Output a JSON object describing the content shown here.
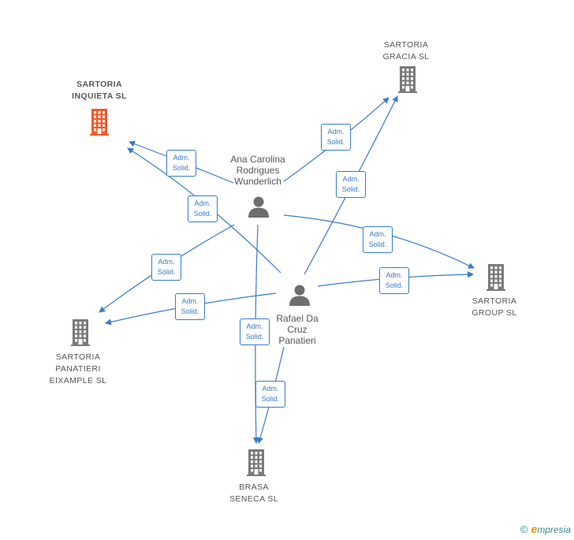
{
  "colors": {
    "edge": "#3a7bc8",
    "building": "#7a7a7a",
    "focus_building": "#f05a28",
    "person": "#6e6e6e"
  },
  "nodes": [
    {
      "id": "inquieta",
      "kind": "company",
      "focus": true,
      "label": "SARTORIA\nINQUIETA  SL"
    },
    {
      "id": "gracia",
      "kind": "company",
      "focus": false,
      "label": "SARTORIA\nGRACIA  SL"
    },
    {
      "id": "group",
      "kind": "company",
      "focus": false,
      "label": "SARTORIA\nGROUP  SL"
    },
    {
      "id": "eixample",
      "kind": "company",
      "focus": false,
      "label": "SARTORIA\nPANATIERI\nEIXAMPLE  SL"
    },
    {
      "id": "brasa",
      "kind": "company",
      "focus": false,
      "label": "BRASA\nSENECA  SL"
    },
    {
      "id": "ana",
      "kind": "person",
      "label": "Ana Carolina\nRodrigues\nWunderlich"
    },
    {
      "id": "rafael",
      "kind": "person",
      "label": "Rafael Da\nCruz\nPanatieri"
    }
  ],
  "edges": [
    {
      "from": "ana",
      "to": "inquieta",
      "label": "Adm.\nSolid."
    },
    {
      "from": "ana",
      "to": "gracia",
      "label": "Adm.\nSolid."
    },
    {
      "from": "ana",
      "to": "group",
      "label": "Adm.\nSolid."
    },
    {
      "from": "ana",
      "to": "eixample",
      "label": "Adm.\nSolid."
    },
    {
      "from": "ana",
      "to": "brasa",
      "label": "Adm.\nSolid."
    },
    {
      "from": "rafael",
      "to": "inquieta",
      "label": "Adm.\nSolid."
    },
    {
      "from": "rafael",
      "to": "gracia",
      "label": "Adm.\nSolid."
    },
    {
      "from": "rafael",
      "to": "group",
      "label": "Adm.\nSolid."
    },
    {
      "from": "rafael",
      "to": "eixample",
      "label": "Adm.\nSolid."
    },
    {
      "from": "rafael",
      "to": "brasa",
      "label": "Adm.\nSolid."
    }
  ],
  "footer": {
    "copyright": "©",
    "brand_initial": "e",
    "brand_rest": "mpresia"
  }
}
